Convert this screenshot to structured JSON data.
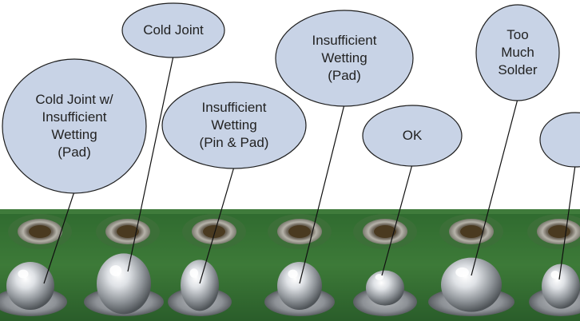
{
  "photo": {
    "subject": "solder-joints-on-pcb",
    "board_color": "#2f6a2f",
    "solder_color": "#c9ccd0",
    "bubble_fill": "#c8d3e6",
    "bubble_stroke": "#1f1f1f"
  },
  "callouts": [
    {
      "id": "cold-joint-insufficient-wetting",
      "label": "Cold Joint w/\nInsufficient\nWetting\n(Pad)"
    },
    {
      "id": "cold-joint",
      "label": "Cold Joint"
    },
    {
      "id": "insufficient-wetting-pin-pad",
      "label": "Insufficient\nWetting\n(Pin & Pad)"
    },
    {
      "id": "insufficient-wetting-pad",
      "label": "Insufficient\nWetting\n(Pad)"
    },
    {
      "id": "ok",
      "label": "OK"
    },
    {
      "id": "too-much-solder",
      "label": "Too\nMuch\nSolder"
    },
    {
      "id": "cut-off",
      "label": ""
    }
  ]
}
